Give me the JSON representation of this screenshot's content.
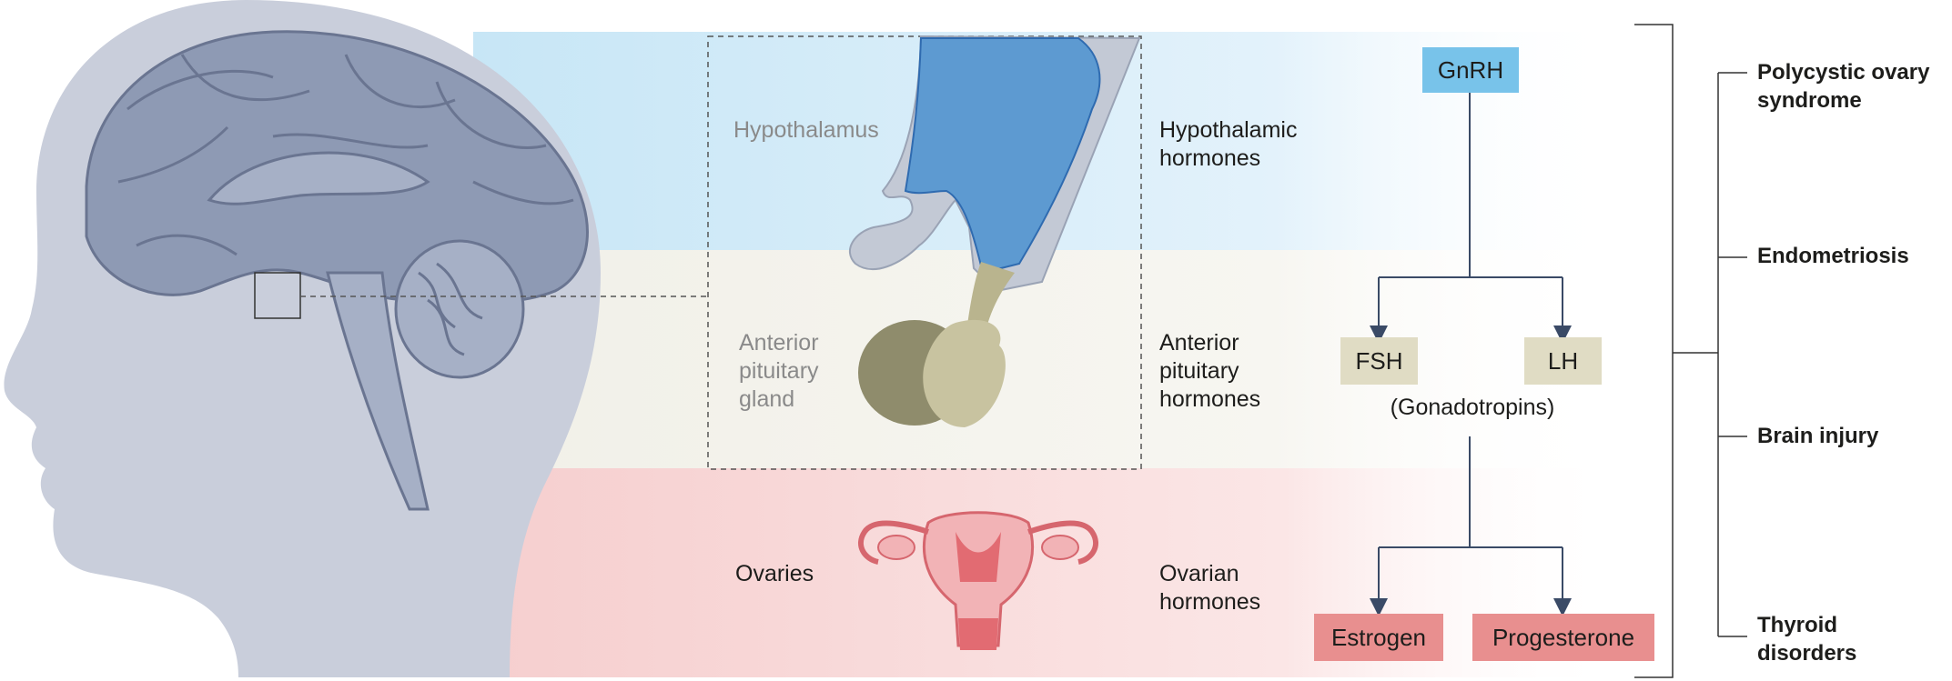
{
  "labels": {
    "hypothalamus": "Hypothalamus",
    "anterior_pituitary": [
      "Anterior",
      "pituitary",
      "gland"
    ],
    "ovaries": "Ovaries"
  },
  "hormone_groups": {
    "hypothalamic": [
      "Hypothalamic",
      "hormones"
    ],
    "pituitary": [
      "Anterior",
      "pituitary",
      "hormones"
    ],
    "ovarian": [
      "Ovarian",
      "hormones"
    ]
  },
  "hormones": {
    "gnrh": "GnRH",
    "fsh": "FSH",
    "lh": "LH",
    "gonadotropins": "(Gonadotropins)",
    "estrogen": "Estrogen",
    "progesterone": "Progesterone"
  },
  "diseases": {
    "pcos": [
      "Polycystic ovary",
      "syndrome"
    ],
    "endometriosis": "Endometriosis",
    "brain_injury": "Brain injury",
    "thyroid": [
      "Thyroid",
      "disorders"
    ]
  },
  "colors": {
    "band_blue": "#cfe9f7",
    "band_beige": "#f2f1eb",
    "band_pink": "#f7d5d5",
    "gnrh_box": "#78c3ea",
    "gonadotropin_box": "#e0dcc4",
    "ovarian_box": "#e88f8f",
    "brain": "#8e9ab4",
    "head": "#c9cedb",
    "hypothalamus_blue": "#3b83c4",
    "pituitary_olive": "#b9b48e",
    "uterus": "#e26b72",
    "arrow": "#3a4a66"
  }
}
